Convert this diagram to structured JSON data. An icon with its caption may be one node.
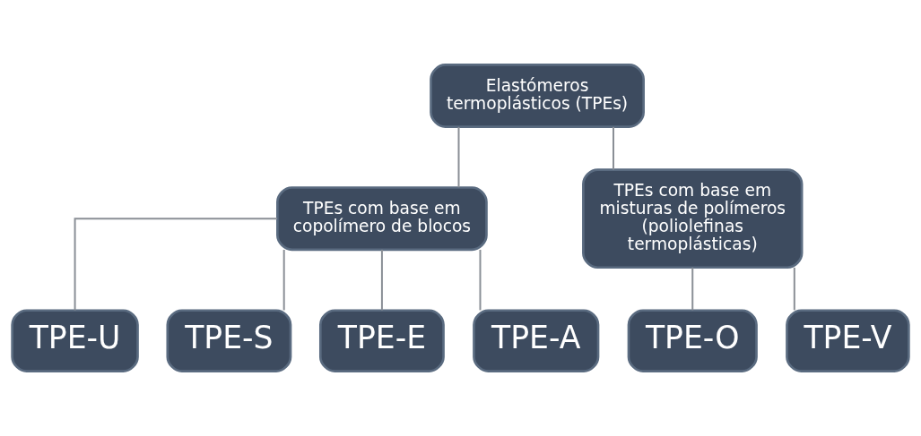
{
  "diagram": {
    "nodes": [
      {
        "text": [
          "Elastómeros termoplásticos (TPEs)"
        ]
      },
      {
        "text": [
          "TPEs com base em copolímero de blocos"
        ]
      },
      {
        "text": [
          "TPEs com base em misturas de polímeros (poliolefinas termoplásticas)"
        ]
      },
      {
        "text": [
          "TPE-U"
        ]
      },
      {
        "text": [
          "TPE-S"
        ]
      },
      {
        "text": [
          "TPE-E"
        ]
      },
      {
        "text": [
          "TPE-A"
        ]
      },
      {
        "text": [
          "TPE-O"
        ]
      },
      {
        "text": [
          "TPE-V"
        ]
      }
    ],
    "edges": [
      {
        "from": 0,
        "to": 1,
        "arrow": "none"
      },
      {
        "from": 0,
        "to": 2,
        "arrow": "none"
      },
      {
        "from": 1,
        "to": 3,
        "arrow": "none"
      },
      {
        "from": 1,
        "to": 4,
        "arrow": "none"
      },
      {
        "from": 1,
        "to": 5,
        "arrow": "none"
      },
      {
        "from": 1,
        "to": 6,
        "arrow": "none"
      },
      {
        "from": 2,
        "to": 7,
        "arrow": "none"
      },
      {
        "from": 2,
        "to": 8,
        "arrow": "none"
      }
    ]
  }
}
